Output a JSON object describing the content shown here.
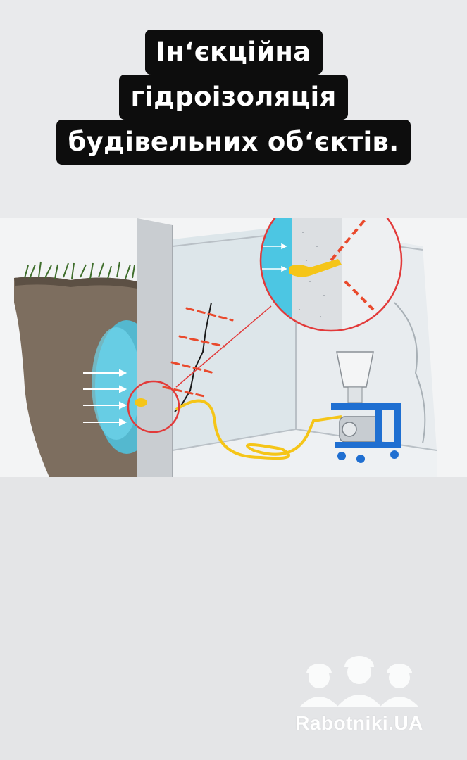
{
  "title": {
    "lines": [
      "Ін‘єкційна",
      "гідроізоляція",
      "будівельних об‘єктів."
    ]
  },
  "illustration": {
    "icons": [
      "grass-icon",
      "soil-icon",
      "water-arrow-icon",
      "crack-icon",
      "injection-packer-icon",
      "magnifier-circle-icon",
      "hose-icon",
      "injection-pump-icon"
    ],
    "colors": {
      "soil": "#7d6e5f",
      "water": "#4cc6e3",
      "highlight": "#e23a3a",
      "hose": "#f5c518",
      "pump_frame": "#1f6fd1",
      "wall": "#c9cdd1"
    }
  },
  "watermark": {
    "text": "Rabotniki.UA",
    "icon": "workers-helmet-icon"
  }
}
